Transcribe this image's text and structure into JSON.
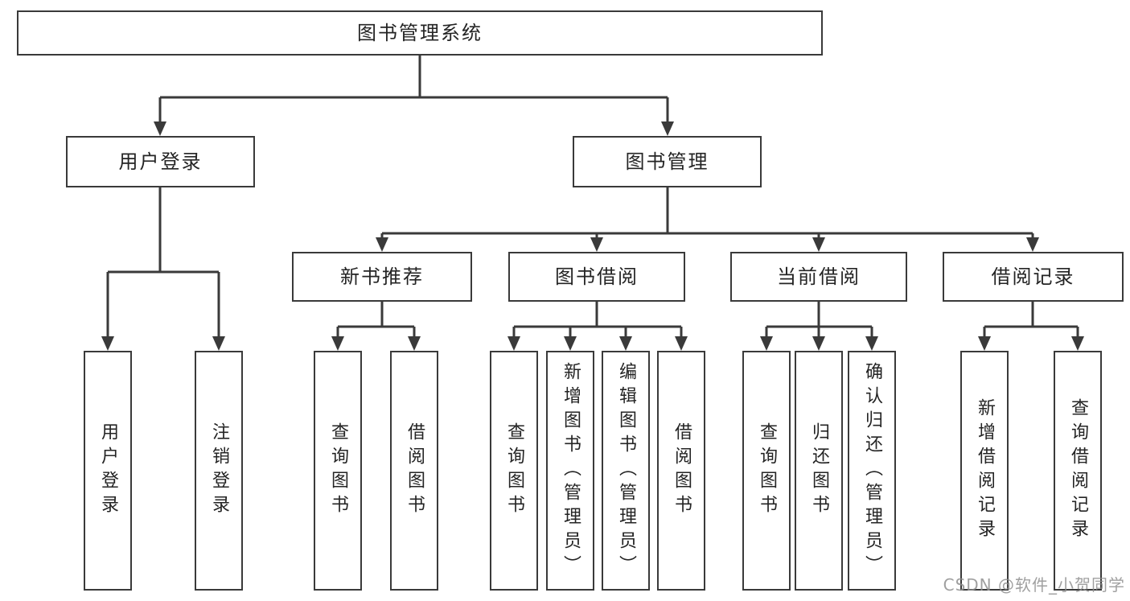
{
  "diagram": {
    "root": {
      "label": "图书管理系统"
    },
    "branches": {
      "user_login": {
        "label": "用户登录",
        "children": [
          "用户登录",
          "注销登录"
        ]
      },
      "book_management": {
        "label": "图书管理",
        "sections": {
          "new_book_recommend": {
            "label": "新书推荐",
            "children": [
              "查询图书",
              "借阅图书"
            ]
          },
          "book_borrow": {
            "label": "图书借阅",
            "children": [
              "查询图书",
              "新增图书（管理员）",
              "编辑图书（管理员）",
              "借阅图书"
            ]
          },
          "current_borrow": {
            "label": "当前借阅",
            "children": [
              "查询图书",
              "归还图书",
              "确认归还（管理员）"
            ]
          },
          "borrow_record": {
            "label": "借阅记录",
            "children": [
              "新增借阅记录",
              "查询借阅记录"
            ]
          }
        }
      }
    }
  },
  "watermark": {
    "text": "CSDN @软件_小贺同学"
  },
  "colors": {
    "line": "#3a3a3a",
    "text": "#242424",
    "box_background": "#ffffff",
    "background": "#ffffff",
    "watermark": "#8f8f8f"
  }
}
